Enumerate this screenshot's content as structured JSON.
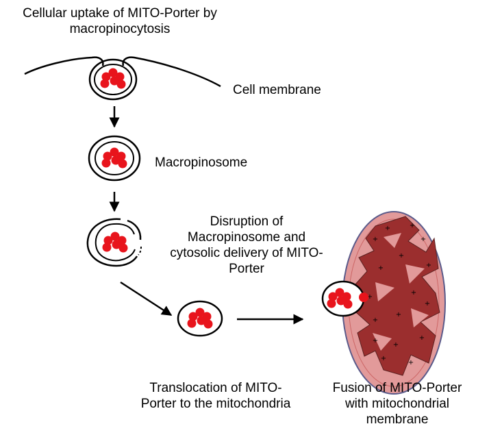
{
  "colors": {
    "particle": "#e8141c",
    "outline": "#000000",
    "mito_outer": "#e29a9a",
    "mito_inner": "#9b2e2e",
    "mito_stroke": "#5a5a8a"
  },
  "labels": {
    "title_line1": "Cellular uptake of MITO-Porter by",
    "title_line2": "macropinocytosis",
    "cell_membrane": "Cell membrane",
    "macropinosome": "Macropinosome",
    "disruption_line1": "Disruption of",
    "disruption_line2": "Macropinosome and",
    "disruption_line3": "cytosolic delivery of MITO-",
    "disruption_line4": "Porter",
    "translocation_line1": "Translocation of MITO-",
    "translocation_line2": "Porter to the mitochondria",
    "fusion_line1": "Fusion of MITO-Porter",
    "fusion_line2": "with mitochondrial",
    "fusion_line3": "membrane"
  },
  "mito_charge_symbol": "+"
}
